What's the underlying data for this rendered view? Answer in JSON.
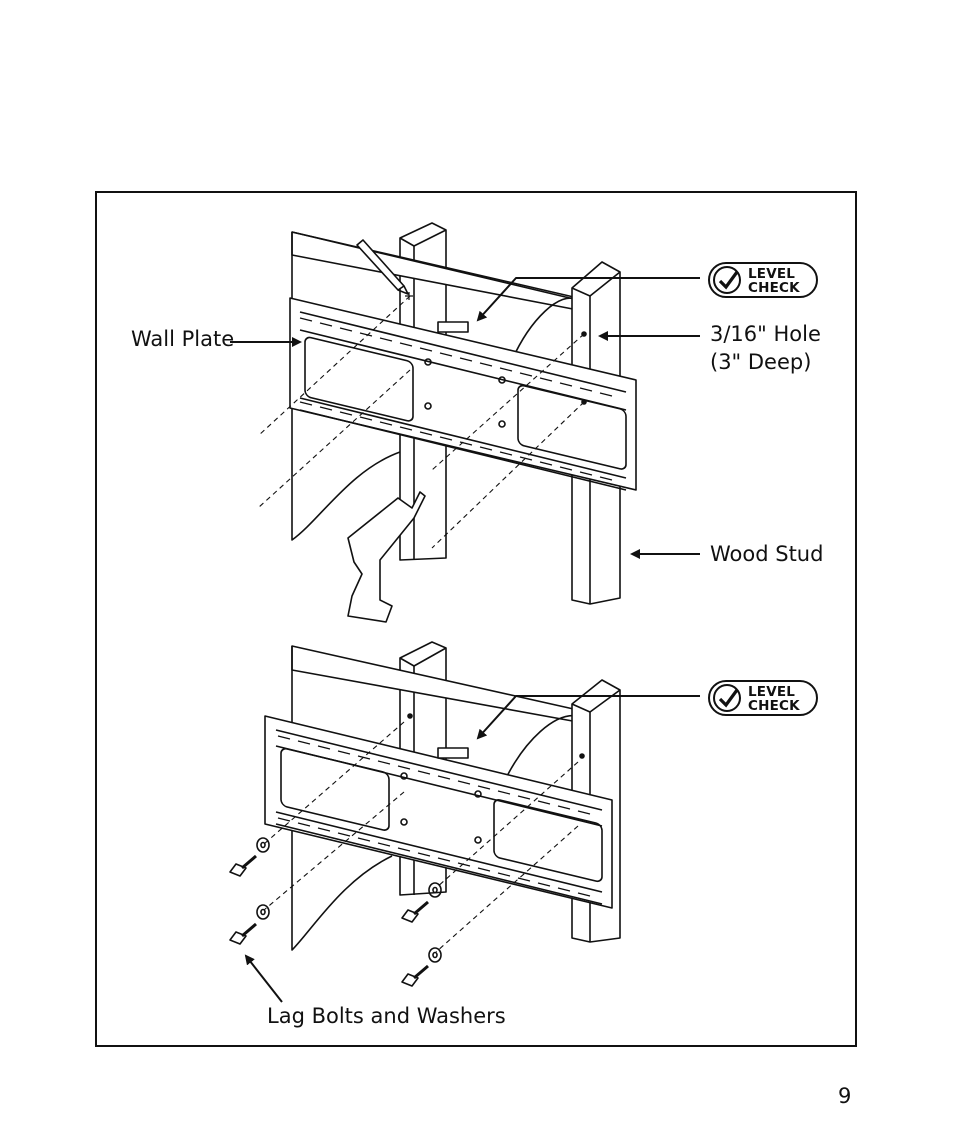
{
  "labels": {
    "wall_plate": "Wall Plate",
    "hole_line1": "3/16\" Hole",
    "hole_line2": "(3\" Deep)",
    "wood_stud": "Wood Stud",
    "lag_bolts": "Lag Bolts and Washers"
  },
  "level_badge": {
    "line1": "LEVEL",
    "line2": "CHECK"
  },
  "page_number": "9"
}
